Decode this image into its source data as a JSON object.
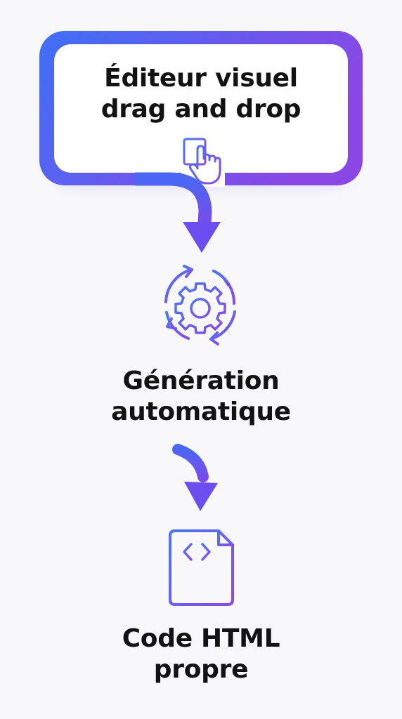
{
  "steps": [
    {
      "lines": [
        "Éditeur visuel",
        "drag and drop"
      ],
      "icon": "tap-hand-icon"
    },
    {
      "lines": [
        "Génération",
        "automatique"
      ],
      "icon": "gear-refresh-icon"
    },
    {
      "lines": [
        "Code HTML",
        "propre"
      ],
      "icon": "code-file-icon"
    }
  ],
  "colors": {
    "gradient_start": "#4a6cf7",
    "gradient_end": "#8b45e8",
    "text": "#121212",
    "background": "#f8f8fb"
  }
}
